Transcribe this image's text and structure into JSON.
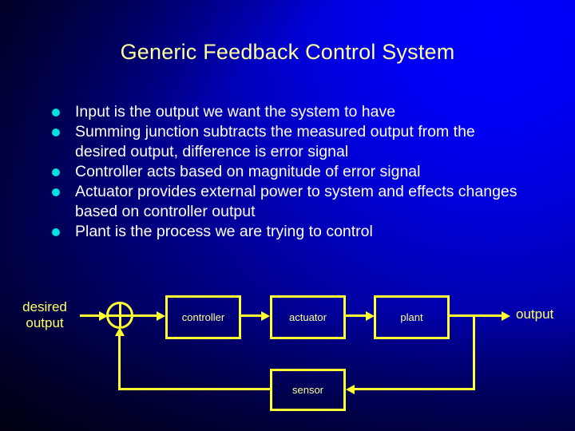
{
  "slide": {
    "title": "Generic Feedback Control System",
    "accent_yellow": "#ffff33",
    "title_yellow": "#ffff99",
    "bullet_cyan": "#00e0e0",
    "body_white": "#ffffff",
    "background_blue": "#0000ff"
  },
  "bullets": [
    {
      "text": "Input is the output we want the system to have"
    },
    {
      "text": "Summing junction subtracts the measured output from the desired output, difference is error signal"
    },
    {
      "text": "Controller acts based on magnitude of error signal"
    },
    {
      "text": "Actuator provides external power to system and effects changes based on controller output"
    },
    {
      "text": "Plant is the process we are trying to control"
    }
  ],
  "diagram": {
    "input_label": "desired\noutput",
    "output_label": "output",
    "blocks": [
      {
        "id": "controller",
        "label": "controller"
      },
      {
        "id": "actuator",
        "label": "actuator"
      },
      {
        "id": "plant",
        "label": "plant"
      },
      {
        "id": "sensor",
        "label": "sensor"
      }
    ],
    "summing_junction": "summing-junction"
  }
}
